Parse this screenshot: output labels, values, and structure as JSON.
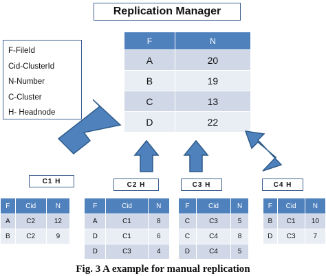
{
  "title": "Replication Manager",
  "legend": [
    "F-FileId",
    "Cid-ClusterId",
    "N-Number",
    "C-Cluster",
    "H- Headnode"
  ],
  "main_table": {
    "headers": [
      "F",
      "N"
    ],
    "rows": [
      [
        "A",
        "20"
      ],
      [
        "B",
        "19"
      ],
      [
        "C",
        "13"
      ],
      [
        "D",
        "22"
      ]
    ]
  },
  "clusters": [
    {
      "label": "C1 H",
      "headers": [
        "F",
        "Cid",
        "N"
      ],
      "rows": [
        [
          "A",
          "C2",
          "12"
        ],
        [
          "B",
          "C2",
          "9"
        ]
      ]
    },
    {
      "label": "C2 H",
      "headers": [
        "F",
        "Cid",
        "N"
      ],
      "rows": [
        [
          "A",
          "C1",
          "8"
        ],
        [
          "D",
          "C1",
          "6"
        ],
        [
          "D",
          "C3",
          "4"
        ]
      ]
    },
    {
      "label": "C3 H",
      "headers": [
        "F",
        "Cid",
        "N"
      ],
      "rows": [
        [
          "C",
          "C3",
          "5"
        ],
        [
          "C",
          "C4",
          "8"
        ],
        [
          "D",
          "C4",
          "5"
        ]
      ]
    },
    {
      "label": "C4 H",
      "headers": [
        "F",
        "Cid",
        "N"
      ],
      "rows": [
        [
          "B",
          "C1",
          "10"
        ],
        [
          "D",
          "C3",
          "7"
        ]
      ]
    }
  ],
  "caption": "Fig. 3 A example for manual replication",
  "colors": {
    "header": "#4f81bd",
    "row_odd": "#d0d8e8",
    "row_even": "#e9edf4",
    "arrow": "#4f81bd",
    "arrow_border": "#2e5b8a"
  }
}
